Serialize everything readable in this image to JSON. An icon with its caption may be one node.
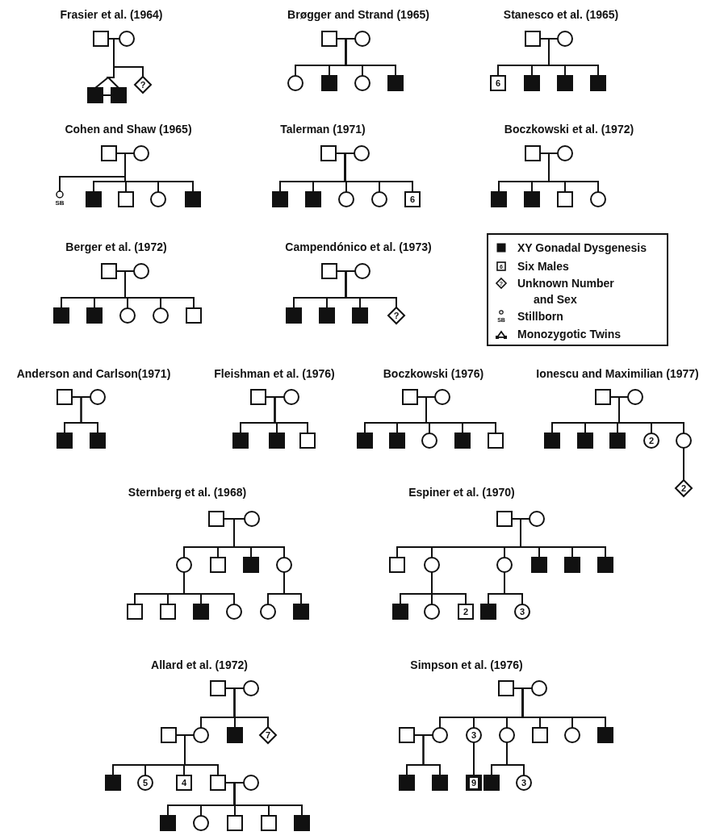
{
  "diagram": {
    "nodes": [
      {
        "text": [],
        "shape": "box"
      },
      {
        "text": [],
        "shape": "circle"
      },
      {
        "text": [],
        "shape": "box"
      },
      {
        "text": [],
        "shape": "box"
      },
      {
        "text": [
          "?"
        ]
      },
      {
        "text": [],
        "shape": "box"
      },
      {
        "text": [],
        "shape": "circle"
      },
      {
        "text": [],
        "shape": "circle"
      },
      {
        "text": [],
        "shape": "box"
      },
      {
        "text": [],
        "shape": "circle"
      },
      {
        "text": [],
        "shape": "box"
      },
      {
        "text": [],
        "shape": "box"
      },
      {
        "text": [],
        "shape": "circle"
      },
      {
        "text": [
          "6"
        ]
      },
      {
        "text": [],
        "shape": "box"
      },
      {
        "text": [],
        "shape": "box"
      },
      {
        "text": [],
        "shape": "box"
      },
      {
        "text": [],
        "shape": "box"
      },
      {
        "text": [],
        "shape": "circle"
      },
      {
        "text": [],
        "shape": "circle",
        "beside": [
          "SB"
        ]
      },
      {
        "text": [],
        "shape": "box"
      },
      {
        "text": [],
        "shape": "box"
      },
      {
        "text": [],
        "shape": "circle"
      },
      {
        "text": [],
        "shape": "box"
      },
      {
        "text": [],
        "shape": "box"
      },
      {
        "text": [],
        "shape": "circle"
      },
      {
        "text": [],
        "shape": "box"
      },
      {
        "text": [],
        "shape": "box"
      },
      {
        "text": [],
        "shape": "circle"
      },
      {
        "text": [],
        "shape": "circle"
      },
      {
        "text": [
          "6"
        ]
      },
      {
        "text": [],
        "shape": "box"
      },
      {
        "text": [],
        "shape": "circle"
      },
      {
        "text": [],
        "shape": "box"
      },
      {
        "text": [],
        "shape": "box"
      },
      {
        "text": [],
        "shape": "box"
      },
      {
        "text": [],
        "shape": "circle"
      },
      {
        "text": [],
        "shape": "box"
      },
      {
        "text": [],
        "shape": "circle"
      },
      {
        "text": [],
        "shape": "box"
      },
      {
        "text": [],
        "shape": "box"
      },
      {
        "text": [],
        "shape": "circle"
      },
      {
        "text": [],
        "shape": "circle"
      },
      {
        "text": [],
        "shape": "box"
      },
      {
        "text": [],
        "shape": "box"
      },
      {
        "text": [],
        "shape": "circle"
      },
      {
        "text": [],
        "shape": "box"
      },
      {
        "text": [],
        "shape": "box"
      },
      {
        "text": [],
        "shape": "box"
      },
      {
        "text": [
          "?"
        ]
      },
      {
        "text": [],
        "shape": "box"
      },
      {
        "text": [],
        "shape": "circle"
      },
      {
        "text": [],
        "shape": "box"
      },
      {
        "text": [],
        "shape": "box"
      },
      {
        "text": [],
        "shape": "box"
      },
      {
        "text": [],
        "shape": "circle"
      },
      {
        "text": [],
        "shape": "box"
      },
      {
        "text": [],
        "shape": "box"
      },
      {
        "text": [],
        "shape": "box"
      },
      {
        "text": [],
        "shape": "box"
      },
      {
        "text": [],
        "shape": "circle"
      },
      {
        "text": [],
        "shape": "box"
      },
      {
        "text": [],
        "shape": "box"
      },
      {
        "text": [],
        "shape": "circle"
      },
      {
        "text": [],
        "shape": "box"
      },
      {
        "text": [],
        "shape": "box"
      },
      {
        "text": [],
        "shape": "box"
      },
      {
        "text": [],
        "shape": "circle"
      },
      {
        "text": [],
        "shape": "box"
      },
      {
        "text": [],
        "shape": "box"
      },
      {
        "text": [],
        "shape": "box"
      },
      {
        "text": [
          "2"
        ]
      },
      {
        "text": [],
        "shape": "circle"
      },
      {
        "text": [
          "2"
        ]
      },
      {
        "text": [],
        "shape": "box"
      },
      {
        "text": [],
        "shape": "circle"
      },
      {
        "text": [],
        "shape": "circle"
      },
      {
        "text": [],
        "shape": "box"
      },
      {
        "text": [],
        "shape": "box"
      },
      {
        "text": [],
        "shape": "circle"
      },
      {
        "text": [],
        "shape": "box"
      },
      {
        "text": [],
        "shape": "box"
      },
      {
        "text": [],
        "shape": "box"
      },
      {
        "text": [],
        "shape": "circle"
      },
      {
        "text": [],
        "shape": "circle"
      },
      {
        "text": [],
        "shape": "box"
      },
      {
        "text": [],
        "shape": "box"
      },
      {
        "text": [],
        "shape": "circle"
      },
      {
        "text": [],
        "shape": "box"
      },
      {
        "text": [],
        "shape": "circle"
      },
      {
        "text": [],
        "shape": "circle"
      },
      {
        "text": [],
        "shape": "box"
      },
      {
        "text": [],
        "shape": "box"
      },
      {
        "text": [],
        "shape": "box"
      },
      {
        "text": [],
        "shape": "box"
      },
      {
        "text": [],
        "shape": "circle"
      },
      {
        "text": [
          "2"
        ]
      },
      {
        "text": [],
        "shape": "box"
      },
      {
        "text": [
          "3"
        ]
      },
      {
        "text": [],
        "shape": "box"
      },
      {
        "text": [],
        "shape": "circle"
      },
      {
        "text": [],
        "shape": "box"
      },
      {
        "text": [],
        "shape": "circle"
      },
      {
        "text": [],
        "shape": "box"
      },
      {
        "text": [
          "7"
        ]
      },
      {
        "text": [],
        "shape": "box"
      },
      {
        "text": [
          "5"
        ]
      },
      {
        "text": [
          "4"
        ]
      },
      {
        "text": [],
        "shape": "box"
      },
      {
        "text": [],
        "shape": "circle"
      },
      {
        "text": [],
        "shape": "box"
      },
      {
        "text": [],
        "shape": "circle"
      },
      {
        "text": [],
        "shape": "box"
      },
      {
        "text": [],
        "shape": "box"
      },
      {
        "text": [],
        "shape": "box"
      },
      {
        "text": [],
        "shape": "box"
      },
      {
        "text": [],
        "shape": "circle"
      },
      {
        "text": [],
        "shape": "box"
      },
      {
        "text": [],
        "shape": "circle"
      },
      {
        "text": [
          "3"
        ]
      },
      {
        "text": [],
        "shape": "circle"
      },
      {
        "text": [],
        "shape": "box"
      },
      {
        "text": [],
        "shape": "circle"
      },
      {
        "text": [],
        "shape": "box"
      },
      {
        "text": [],
        "shape": "box"
      },
      {
        "text": [],
        "shape": "box"
      },
      {
        "text": [
          "9"
        ]
      },
      {
        "text": [],
        "shape": "box"
      },
      {
        "text": [
          "3"
        ]
      }
    ],
    "edges": [
      {
        "from": 0,
        "to": 1,
        "arrow": "none"
      },
      {
        "from": 0,
        "to": 2,
        "arrow": "none"
      },
      {
        "from": 0,
        "to": 3,
        "arrow": "none"
      },
      {
        "from": 2,
        "to": 3,
        "arrow": "none"
      },
      {
        "from": 0,
        "to": 4,
        "arrow": "none"
      },
      {
        "from": 5,
        "to": 6,
        "arrow": "none"
      },
      {
        "from": 5,
        "to": 7,
        "arrow": "none"
      },
      {
        "from": 5,
        "to": 8,
        "arrow": "none"
      },
      {
        "from": 5,
        "to": 9,
        "arrow": "none"
      },
      {
        "from": 5,
        "to": 10,
        "arrow": "none"
      },
      {
        "from": 11,
        "to": 12,
        "arrow": "none"
      },
      {
        "from": 11,
        "to": 13,
        "arrow": "none"
      },
      {
        "from": 11,
        "to": 14,
        "arrow": "none"
      },
      {
        "from": 11,
        "to": 15,
        "arrow": "none"
      },
      {
        "from": 11,
        "to": 16,
        "arrow": "none"
      },
      {
        "from": 17,
        "to": 18,
        "arrow": "none"
      },
      {
        "from": 17,
        "to": 19,
        "arrow": "none"
      },
      {
        "from": 17,
        "to": 20,
        "arrow": "none"
      },
      {
        "from": 17,
        "to": 21,
        "arrow": "none"
      },
      {
        "from": 17,
        "to": 22,
        "arrow": "none"
      },
      {
        "from": 17,
        "to": 23,
        "arrow": "none"
      },
      {
        "from": 24,
        "to": 25,
        "arrow": "none"
      },
      {
        "from": 24,
        "to": 26,
        "arrow": "none"
      },
      {
        "from": 24,
        "to": 27,
        "arrow": "none"
      },
      {
        "from": 24,
        "to": 28,
        "arrow": "none"
      },
      {
        "from": 24,
        "to": 29,
        "arrow": "none"
      },
      {
        "from": 24,
        "to": 30,
        "arrow": "none"
      },
      {
        "from": 31,
        "to": 32,
        "arrow": "none"
      },
      {
        "from": 31,
        "to": 33,
        "arrow": "none"
      },
      {
        "from": 31,
        "to": 34,
        "arrow": "none"
      },
      {
        "from": 31,
        "to": 35,
        "arrow": "none"
      },
      {
        "from": 31,
        "to": 36,
        "arrow": "none"
      },
      {
        "from": 37,
        "to": 38,
        "arrow": "none"
      },
      {
        "from": 37,
        "to": 39,
        "arrow": "none"
      },
      {
        "from": 37,
        "to": 40,
        "arrow": "none"
      },
      {
        "from": 37,
        "to": 41,
        "arrow": "none"
      },
      {
        "from": 37,
        "to": 42,
        "arrow": "none"
      },
      {
        "from": 37,
        "to": 43,
        "arrow": "none"
      },
      {
        "from": 44,
        "to": 45,
        "arrow": "none"
      },
      {
        "from": 44,
        "to": 46,
        "arrow": "none"
      },
      {
        "from": 44,
        "to": 47,
        "arrow": "none"
      },
      {
        "from": 44,
        "to": 48,
        "arrow": "none"
      },
      {
        "from": 44,
        "to": 49,
        "arrow": "none"
      },
      {
        "from": 50,
        "to": 51,
        "arrow": "none"
      },
      {
        "from": 50,
        "to": 52,
        "arrow": "none"
      },
      {
        "from": 50,
        "to": 53,
        "arrow": "none"
      },
      {
        "from": 54,
        "to": 55,
        "arrow": "none"
      },
      {
        "from": 54,
        "to": 56,
        "arrow": "none"
      },
      {
        "from": 54,
        "to": 57,
        "arrow": "none"
      },
      {
        "from": 54,
        "to": 58,
        "arrow": "none"
      },
      {
        "from": 59,
        "to": 60,
        "arrow": "none"
      },
      {
        "from": 59,
        "to": 61,
        "arrow": "none"
      },
      {
        "from": 59,
        "to": 62,
        "arrow": "none"
      },
      {
        "from": 59,
        "to": 63,
        "arrow": "none"
      },
      {
        "from": 59,
        "to": 64,
        "arrow": "none"
      },
      {
        "from": 59,
        "to": 65,
        "arrow": "none"
      },
      {
        "from": 66,
        "to": 67,
        "arrow": "none"
      },
      {
        "from": 66,
        "to": 68,
        "arrow": "none"
      },
      {
        "from": 66,
        "to": 69,
        "arrow": "none"
      },
      {
        "from": 66,
        "to": 70,
        "arrow": "none"
      },
      {
        "from": 66,
        "to": 71,
        "arrow": "none"
      },
      {
        "from": 66,
        "to": 72,
        "arrow": "none"
      },
      {
        "from": 72,
        "to": 73,
        "arrow": "none"
      },
      {
        "from": 74,
        "to": 75,
        "arrow": "none"
      },
      {
        "from": 74,
        "to": 76,
        "arrow": "none"
      },
      {
        "from": 74,
        "to": 77,
        "arrow": "none"
      },
      {
        "from": 74,
        "to": 78,
        "arrow": "none"
      },
      {
        "from": 74,
        "to": 79,
        "arrow": "none"
      },
      {
        "from": 76,
        "to": 80,
        "arrow": "none"
      },
      {
        "from": 76,
        "to": 81,
        "arrow": "none"
      },
      {
        "from": 76,
        "to": 82,
        "arrow": "none"
      },
      {
        "from": 76,
        "to": 83,
        "arrow": "none"
      },
      {
        "from": 79,
        "to": 84,
        "arrow": "none"
      },
      {
        "from": 79,
        "to": 85,
        "arrow": "none"
      },
      {
        "from": 86,
        "to": 87,
        "arrow": "none"
      },
      {
        "from": 86,
        "to": 88,
        "arrow": "none"
      },
      {
        "from": 86,
        "to": 89,
        "arrow": "none"
      },
      {
        "from": 86,
        "to": 90,
        "arrow": "none"
      },
      {
        "from": 86,
        "to": 91,
        "arrow": "none"
      },
      {
        "from": 86,
        "to": 92,
        "arrow": "none"
      },
      {
        "from": 86,
        "to": 93,
        "arrow": "none"
      },
      {
        "from": 89,
        "to": 94,
        "arrow": "none"
      },
      {
        "from": 89,
        "to": 95,
        "arrow": "none"
      },
      {
        "from": 89,
        "to": 96,
        "arrow": "none"
      },
      {
        "from": 90,
        "to": 97,
        "arrow": "none"
      },
      {
        "from": 90,
        "to": 98,
        "arrow": "none"
      },
      {
        "from": 99,
        "to": 100,
        "arrow": "none"
      },
      {
        "from": 99,
        "to": 102,
        "arrow": "none"
      },
      {
        "from": 99,
        "to": 103,
        "arrow": "none"
      },
      {
        "from": 99,
        "to": 104,
        "arrow": "none"
      },
      {
        "from": 101,
        "to": 102,
        "arrow": "none"
      },
      {
        "from": 101,
        "to": 105,
        "arrow": "none"
      },
      {
        "from": 101,
        "to": 106,
        "arrow": "none"
      },
      {
        "from": 101,
        "to": 107,
        "arrow": "none"
      },
      {
        "from": 101,
        "to": 108,
        "arrow": "none"
      },
      {
        "from": 108,
        "to": 109,
        "arrow": "none"
      },
      {
        "from": 108,
        "to": 110,
        "arrow": "none"
      },
      {
        "from": 108,
        "to": 111,
        "arrow": "none"
      },
      {
        "from": 108,
        "to": 112,
        "arrow": "none"
      },
      {
        "from": 108,
        "to": 113,
        "arrow": "none"
      },
      {
        "from": 108,
        "to": 114,
        "arrow": "none"
      },
      {
        "from": 115,
        "to": 116,
        "arrow": "none"
      },
      {
        "from": 115,
        "to": 118,
        "arrow": "none"
      },
      {
        "from": 115,
        "to": 119,
        "arrow": "none"
      },
      {
        "from": 115,
        "to": 120,
        "arrow": "none"
      },
      {
        "from": 115,
        "to": 121,
        "arrow": "none"
      },
      {
        "from": 115,
        "to": 122,
        "arrow": "none"
      },
      {
        "from": 115,
        "to": 123,
        "arrow": "none"
      },
      {
        "from": 117,
        "to": 118,
        "arrow": "none"
      },
      {
        "from": 117,
        "to": 124,
        "arrow": "none"
      },
      {
        "from": 117,
        "to": 125,
        "arrow": "none"
      },
      {
        "from": 119,
        "to": 126,
        "arrow": "none"
      },
      {
        "from": 120,
        "to": 127,
        "arrow": "none"
      },
      {
        "from": 120,
        "to": 128,
        "arrow": "none"
      }
    ],
    "labels": [
      "Frasier et al. (1964)",
      "Brøgger and Strand (1965)",
      "Stanesco et al. (1965)",
      "Cohen and Shaw (1965)",
      "Talerman (1971)",
      "Boczkowski et al. (1972)",
      "Berger et al. (1972)",
      "Campendónico et al. (1973)",
      "6",
      "?",
      "SB",
      "Anderson and Carlson(1971)",
      "Fleishman et al. (1976)",
      "Boczkowski (1976)",
      "Ionescu and Maximilian (1977)",
      "Sternberg et al. (1968)",
      "Espiner et al. (1970)",
      "Allard et al. (1972)",
      "Simpson et al. (1976)"
    ],
    "legend": [
      {
        "text": "XY Gonadal Dysgenesis"
      },
      {
        "text": "Six Males"
      },
      {
        "text": "Unknown Number and Sex"
      },
      {
        "text": "Stillborn"
      },
      {
        "text": "Monozygotic Twins"
      }
    ]
  }
}
